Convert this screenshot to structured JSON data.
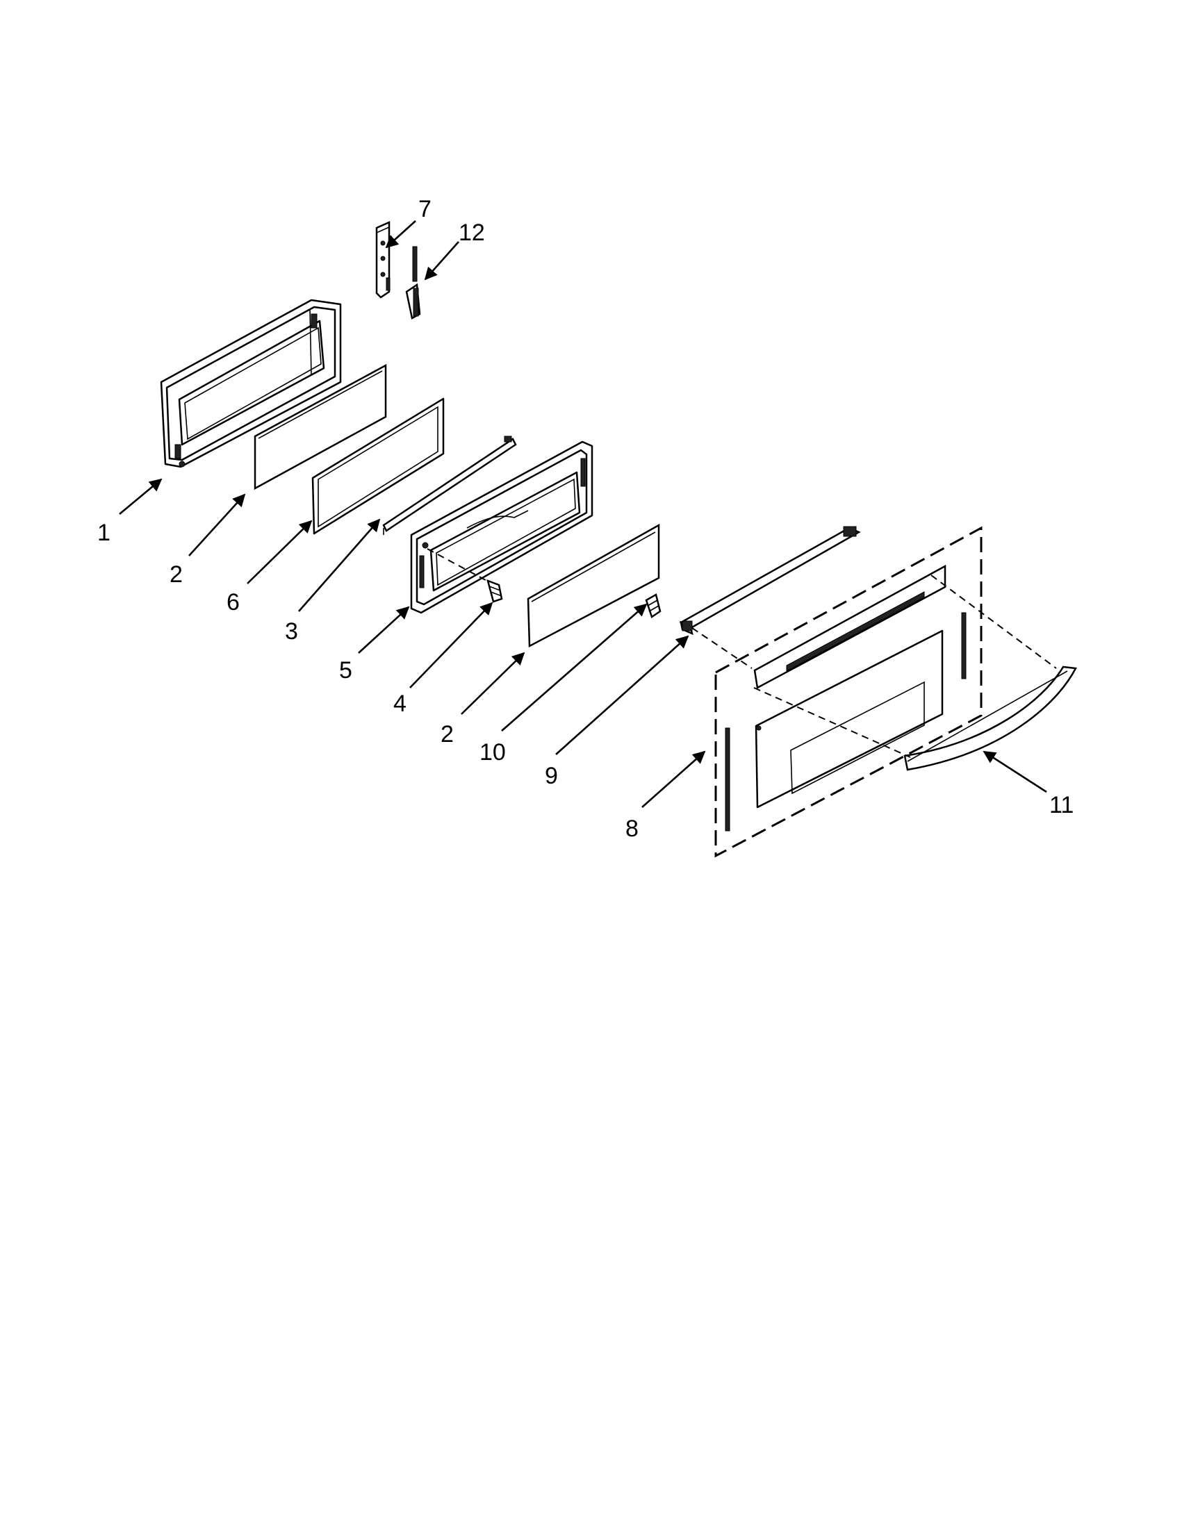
{
  "callouts": [
    {
      "id": "1",
      "label": "1"
    },
    {
      "id": "2a",
      "label": "2"
    },
    {
      "id": "6",
      "label": "6"
    },
    {
      "id": "3",
      "label": "3"
    },
    {
      "id": "5",
      "label": "5"
    },
    {
      "id": "4",
      "label": "4"
    },
    {
      "id": "2b",
      "label": "2"
    },
    {
      "id": "10",
      "label": "10"
    },
    {
      "id": "9",
      "label": "9"
    },
    {
      "id": "8",
      "label": "8"
    },
    {
      "id": "11",
      "label": "11"
    },
    {
      "id": "7",
      "label": "7"
    },
    {
      "id": "12",
      "label": "12"
    }
  ]
}
